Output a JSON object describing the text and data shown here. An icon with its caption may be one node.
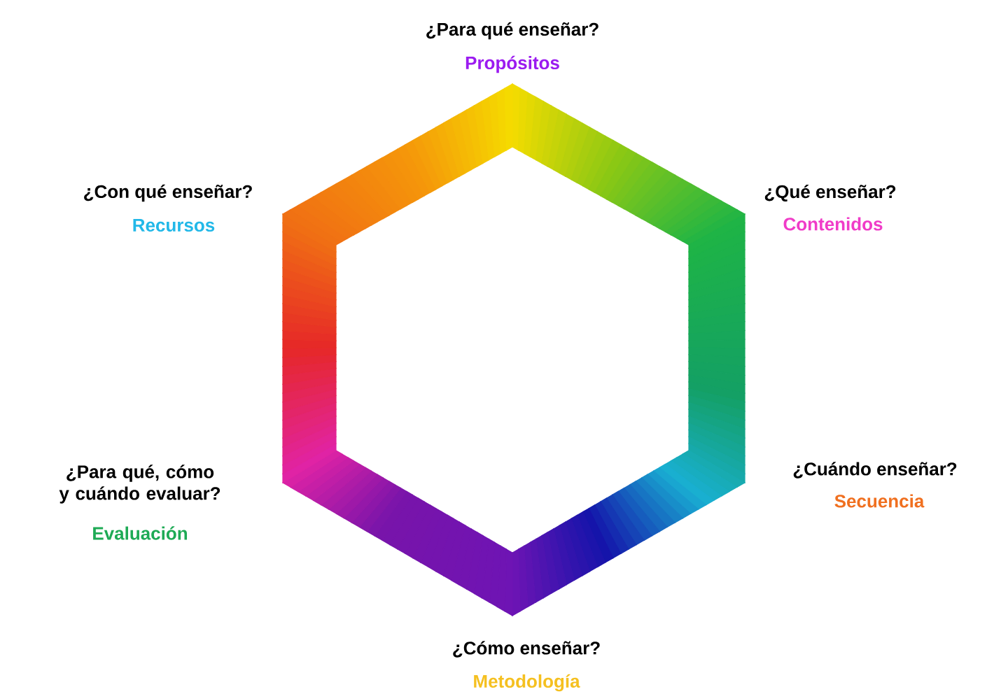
{
  "diagram": {
    "labels": [
      "¿Para qué enseñar?",
      "Propósitos",
      "¿Con qué enseñar?",
      "Recursos",
      "¿Qué enseñar?",
      "Contenidos",
      "¿Para qué, cómo y cuándo evaluar?",
      "Evaluación",
      "¿Cuándo enseñar?",
      "Secuencia",
      "¿Cómo enseñar?",
      "Metodología"
    ]
  }
}
